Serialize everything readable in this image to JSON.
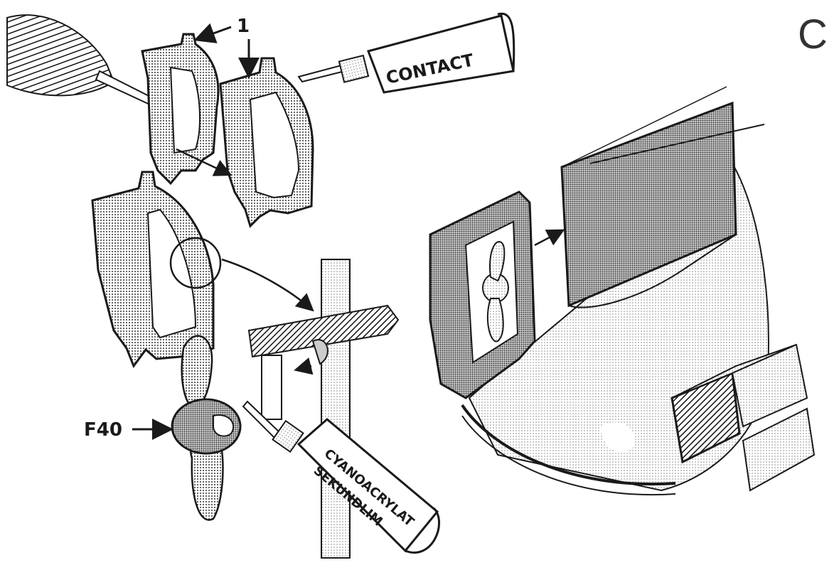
{
  "step_letter": "C",
  "labels": {
    "part_number": "1",
    "propeller": "F40"
  },
  "tubes": {
    "contact": "CONTACT",
    "cyano_line1": "CYANOACRYLAT",
    "cyano_line2": "SEKUNDLIM"
  },
  "colors": {
    "ink": "#1a1a1a",
    "paper": "#ffffff",
    "screen": "#9a9a9a",
    "dark_screen": "#5a5a5a"
  }
}
